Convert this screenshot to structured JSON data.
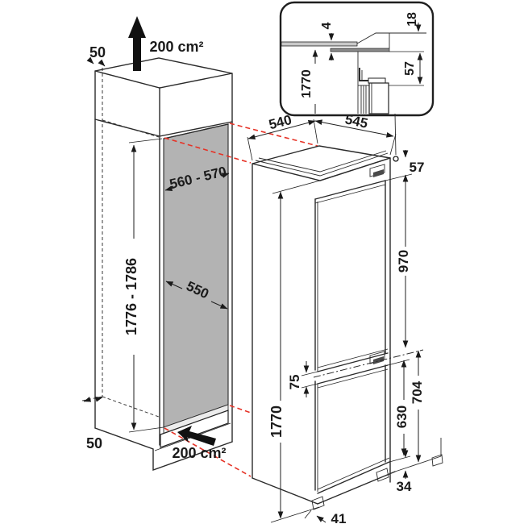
{
  "diagram": {
    "kind": "built-in fridge-freezer installation drawing",
    "units": "mm"
  },
  "colors": {
    "ink": "#1a1a1a",
    "projection_red": "#e63226",
    "niche_panel_gray": "#b3b3b3",
    "niche_floor_gray": "#ececec"
  },
  "top_ventilation": {
    "clearance": "50",
    "airflow": "200 cm²"
  },
  "bottom_ventilation": {
    "clearance": "50",
    "airflow": "200 cm²"
  },
  "niche": {
    "width": "560 - 570",
    "depth": "550",
    "height": "1776 - 1786"
  },
  "appliance": {
    "depth": "540",
    "width": "545",
    "height": "1770",
    "top_gap": "57",
    "upper_door": "970",
    "door_gap": "75",
    "lower_compartment": "704",
    "lower_door": "630",
    "plinth_height": "34",
    "plinth_depth": "41"
  },
  "detail": {
    "top_gap": "4",
    "worktop_thickness": "18",
    "top_recess": "57",
    "appliance_height": "1770"
  }
}
